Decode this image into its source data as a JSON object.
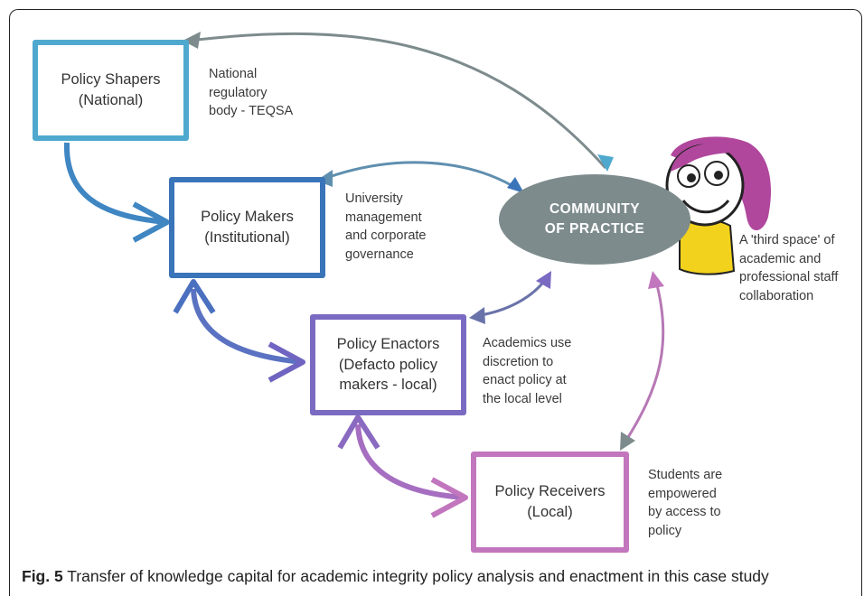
{
  "boxes": {
    "shapers": {
      "label": "Policy Shapers\n(National)",
      "color": "#4fa9cf"
    },
    "makers": {
      "label": "Policy Makers\n(Institutional)",
      "color": "#3a74b9"
    },
    "enactors": {
      "label": "Policy Enactors\n(Defacto policy\nmakers - local)",
      "color": "#7b6ac2"
    },
    "receivers": {
      "label": "Policy Receivers\n(Local)",
      "color": "#c276bd"
    }
  },
  "notes": {
    "shapers": "National\nregulatory\nbody - TEQSA",
    "makers": "University\nmanagement\nand corporate\ngovernance",
    "enactors": "Academics use\ndiscretion to\nenact policy at\nthe local level",
    "receivers": "Students are\nempowered\nby access to\npolicy",
    "community": "A 'third space' of\nacademic and\nprofessional staff\ncollaboration"
  },
  "community": {
    "label": "COMMUNITY\nOF PRACTICE",
    "color": "#7d8b8d"
  },
  "caption": {
    "figure_label": "Fig. 5",
    "text": " Transfer of knowledge capital for academic integrity policy analysis and enactment in this case study"
  },
  "colors": {
    "community_arrow": "#7d8b8d",
    "mascot_hair": "#b0479d",
    "mascot_body": "#f2d21c"
  }
}
